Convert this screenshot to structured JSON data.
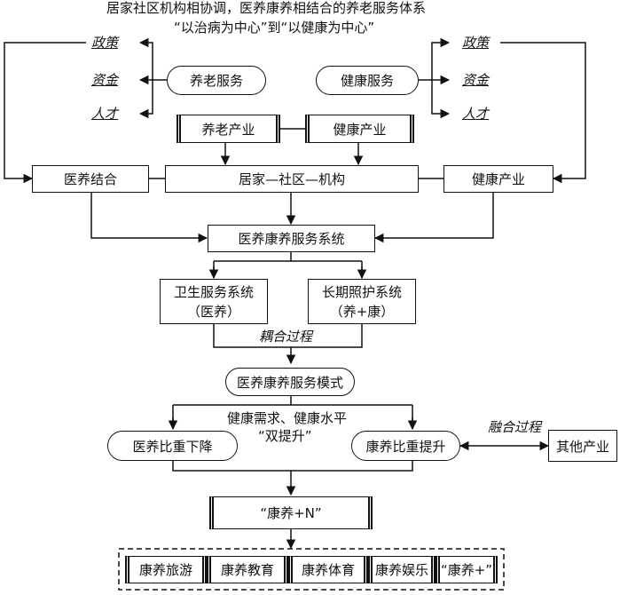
{
  "title": {
    "line1": "居家社区机构相协调，医养康养相结合的养老服务体系",
    "line2": "“以治病为中心”到“以健康为中心”"
  },
  "left_inputs": [
    "政策",
    "资金",
    "人才"
  ],
  "right_inputs": [
    "政策",
    "资金",
    "人才"
  ],
  "nodes": {
    "elderly_service": "养老服务",
    "health_service": "健康服务",
    "elderly_industry": "养老产业",
    "health_industry_top": "健康产业",
    "medical_elderly": "医养结合",
    "home_community": "居家—社区—机构",
    "health_industry_right": "健康产业",
    "service_system": "医养康养服务系统",
    "health_system": [
      "卫生服务系统",
      "（医养）"
    ],
    "care_system": [
      "长期照护系统",
      "（养+康）"
    ],
    "coupling_label": "耦合过程",
    "service_mode": "医养康养服务模式",
    "demand_label": [
      "健康需求、健康水平",
      "“双提升”"
    ],
    "medical_down": "医养比重下降",
    "health_up": "康养比重提升",
    "fusion_label": "融合过程",
    "other_industry": "其他产业",
    "kangyang_n": "“康养+N”",
    "bottom_items": [
      "康养旅游",
      "康养教育",
      "康养体育",
      "康养娱乐",
      "“康养+”"
    ]
  },
  "colors": {
    "line": "#111111",
    "background": "#ffffff"
  }
}
